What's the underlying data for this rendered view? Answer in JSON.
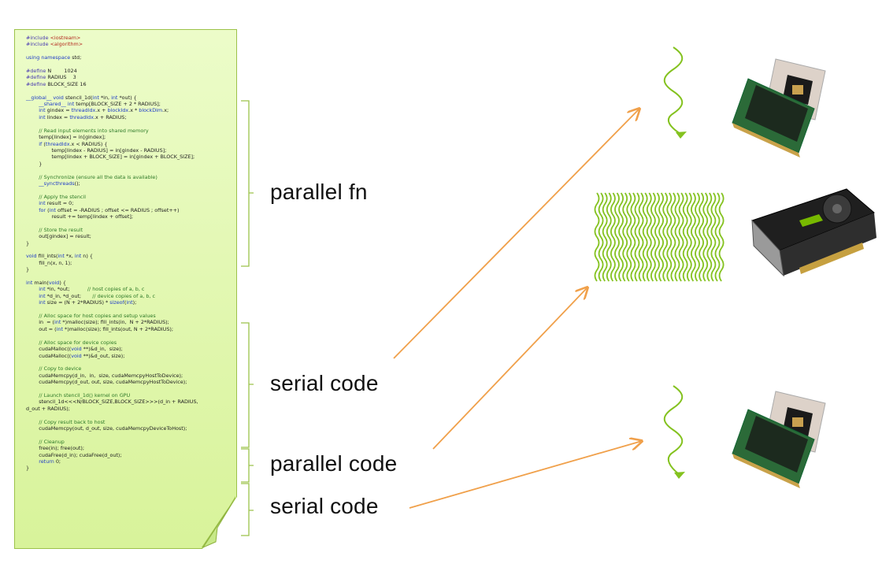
{
  "labels": {
    "parallel_fn": "parallel fn",
    "serial_code_1": "serial code",
    "parallel_code": "parallel code",
    "serial_code_2": "serial code"
  },
  "colors": {
    "arrow": "#f0a04a",
    "thread": "#84c21f",
    "bracket": "#9cc24a",
    "page_fill": "#d8f39a"
  },
  "icons": [
    "cpu-icon",
    "memory-module-icon",
    "gpu-card-icon"
  ],
  "code_lines": [
    "#include <iostream>",
    "#include <algorithm>",
    "",
    "using namespace std;",
    "",
    "#define N        1024",
    "#define RADIUS    3",
    "#define BLOCK_SIZE 16",
    "",
    "__global__ void stencil_1d(int *in, int *out) {",
    "        __shared__ int temp[BLOCK_SIZE + 2 * RADIUS];",
    "        int gindex = threadIdx.x + blockIdx.x * blockDim.x;",
    "        int lindex = threadIdx.x + RADIUS;",
    "",
    "        // Read input elements into shared memory",
    "        temp[lindex] = in[gindex];",
    "        if (threadIdx.x < RADIUS) {",
    "                temp[lindex - RADIUS] = in[gindex - RADIUS];",
    "                temp[lindex + BLOCK_SIZE] = in[gindex + BLOCK_SIZE];",
    "        }",
    "",
    "        // Synchronize (ensure all the data is available)",
    "        __syncthreads();",
    "",
    "        // Apply the stencil",
    "        int result = 0;",
    "        for (int offset = -RADIUS ; offset <= RADIUS ; offset++)",
    "                result += temp[lindex + offset];",
    "",
    "        // Store the result",
    "        out[gindex] = result;",
    "}",
    "",
    "void fill_ints(int *x, int n) {",
    "        fill_n(x, n, 1);",
    "}",
    "",
    "int main(void) {",
    "        int *in, *out;           // host copies of a, b, c",
    "        int *d_in, *d_out;       // device copies of a, b, c",
    "        int size = (N + 2*RADIUS) * sizeof(int);",
    "",
    "        // Alloc space for host copies and setup values",
    "        in  = (int *)malloc(size); fill_ints(in,  N + 2*RADIUS);",
    "        out = (int *)malloc(size); fill_ints(out, N + 2*RADIUS);",
    "",
    "        // Alloc space for device copies",
    "        cudaMalloc((void **)&d_in,  size);",
    "        cudaMalloc((void **)&d_out, size);",
    "",
    "        // Copy to device",
    "        cudaMemcpy(d_in,  in,  size, cudaMemcpyHostToDevice);",
    "        cudaMemcpy(d_out, out, size, cudaMemcpyHostToDevice);",
    "",
    "        // Launch stencil_1d() kernel on GPU",
    "        stencil_1d<<<N/BLOCK_SIZE,BLOCK_SIZE>>>(d_in + RADIUS,",
    "d_out + RADIUS);",
    "",
    "        // Copy result back to host",
    "        cudaMemcpy(out, d_out, size, cudaMemcpyDeviceToHost);",
    "",
    "        // Cleanup",
    "        free(in); free(out);",
    "        cudaFree(d_in); cudaFree(d_out);",
    "        return 0;",
    "}"
  ]
}
